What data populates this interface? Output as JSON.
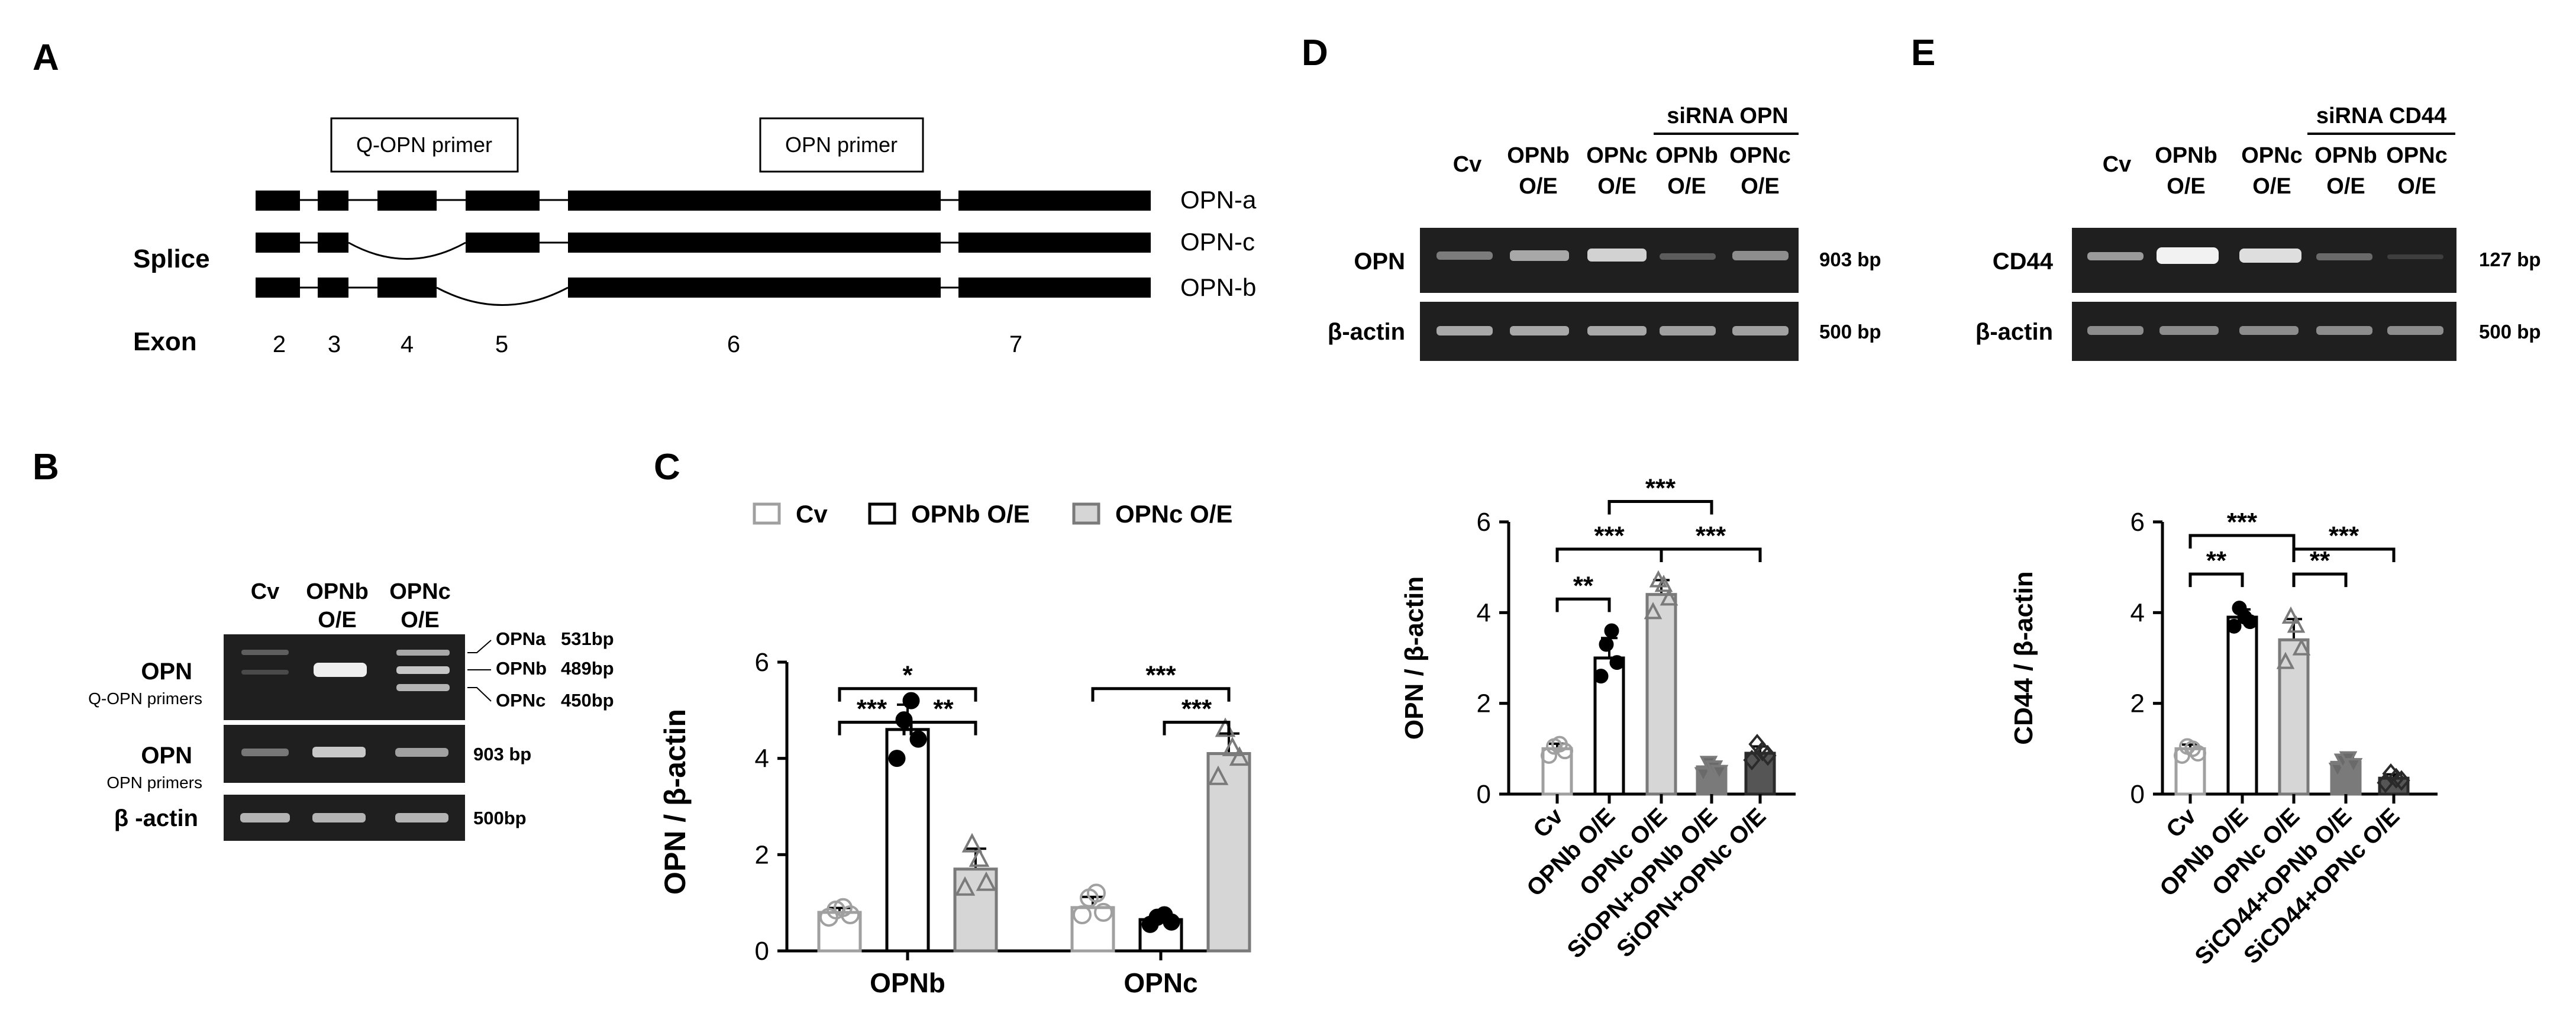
{
  "panel_letters": {
    "a": "A",
    "b": "B",
    "c": "C",
    "d": "D",
    "e": "E"
  },
  "panel_a": {
    "primer_labels": [
      "Q-OPN primer",
      "OPN primer"
    ],
    "row_label": "Splice",
    "isoforms": [
      "OPN-a",
      "OPN-c",
      "OPN-b"
    ],
    "exon_label": "Exon",
    "exon_numbers": [
      "2",
      "3",
      "4",
      "5",
      "6",
      "7"
    ]
  },
  "panel_b": {
    "lanes": [
      [
        "Cv"
      ],
      [
        "OPNb",
        "O/E"
      ],
      [
        "OPNc",
        "O/E"
      ]
    ],
    "gel_rows": [
      {
        "label": "OPN",
        "sublabel": "Q-OPN primers"
      },
      {
        "label": "OPN",
        "sublabel": "OPN primers"
      },
      {
        "label": "β -actin",
        "sublabel": ""
      }
    ],
    "band_labels": [
      {
        "name": "OPNa",
        "size": "531bp"
      },
      {
        "name": "OPNb",
        "size": "489bp"
      },
      {
        "name": "OPNc",
        "size": "450bp"
      }
    ],
    "size_labels": [
      "903 bp",
      "500bp"
    ]
  },
  "panel_d_gel": {
    "lanes": [
      [
        "Cv"
      ],
      [
        "OPNb",
        "O/E"
      ],
      [
        "OPNc",
        "O/E"
      ],
      [
        "OPNb",
        "O/E"
      ],
      [
        "OPNc",
        "O/E"
      ]
    ],
    "group_label": "siRNA OPN",
    "row_labels": [
      "OPN",
      "β-actin"
    ],
    "size_labels": [
      "903 bp",
      "500 bp"
    ]
  },
  "panel_e_gel": {
    "lanes": [
      [
        "Cv"
      ],
      [
        "OPNb",
        "O/E"
      ],
      [
        "OPNc",
        "O/E"
      ],
      [
        "OPNb",
        "O/E"
      ],
      [
        "OPNc",
        "O/E"
      ]
    ],
    "group_label": "siRNA CD44",
    "row_labels": [
      "CD44",
      "β-actin"
    ],
    "size_labels": [
      "127 bp",
      "500 bp"
    ]
  },
  "chart_data": [
    {
      "id": "C",
      "type": "bar",
      "ylabel": "OPN / β-actin",
      "xlabel": "",
      "ylim": [
        0,
        6
      ],
      "yticks": [
        0,
        2,
        4,
        6
      ],
      "categories": [
        "OPNb",
        "OPNc"
      ],
      "legend_position": "top",
      "series": [
        {
          "name": "Cv",
          "values": [
            0.8,
            0.9
          ],
          "points": [
            [
              0.7,
              0.85,
              0.9,
              0.75
            ],
            [
              0.75,
              1.1,
              1.2,
              0.8
            ]
          ],
          "fill": "#ffffff",
          "stroke": "#a0a0a0",
          "marker": "circle"
        },
        {
          "name": "OPNb O/E",
          "values": [
            4.6,
            0.65
          ],
          "points": [
            [
              4.0,
              4.8,
              5.2,
              4.4
            ],
            [
              0.55,
              0.7,
              0.75,
              0.6
            ]
          ],
          "fill": "#ffffff",
          "stroke": "#000000",
          "marker": "dot"
        },
        {
          "name": "OPNc O/E",
          "values": [
            1.7,
            4.1
          ],
          "points": [
            [
              1.3,
              2.2,
              1.9,
              1.4
            ],
            [
              3.6,
              4.6,
              4.2,
              4.0
            ]
          ],
          "fill": "#d6d6d6",
          "stroke": "#7a7a7a",
          "marker": "triangle"
        }
      ],
      "significance": [
        {
          "group": 0,
          "from": 0,
          "to": 1,
          "label": "***",
          "level": 4.75
        },
        {
          "group": 0,
          "from": 1,
          "to": 2,
          "label": "**",
          "level": 4.75
        },
        {
          "group": 0,
          "from": 0,
          "to": 2,
          "label": "*",
          "level": 5.45
        },
        {
          "group": 1,
          "from": 1,
          "to": 2,
          "label": "***",
          "level": 4.75
        },
        {
          "group": 1,
          "from": 0,
          "to": 2,
          "label": "***",
          "level": 5.45
        }
      ]
    },
    {
      "id": "D",
      "type": "bar",
      "ylabel": "OPN / β-actin",
      "xlabel": "",
      "ylim": [
        0,
        6
      ],
      "yticks": [
        0,
        2,
        4,
        6
      ],
      "categories": [
        "Cv",
        "OPNb O/E",
        "OPNc O/E",
        "SiOPN+OPNb O/E",
        "SiOPN+OPNc O/E"
      ],
      "values": [
        1.0,
        3.0,
        4.4,
        0.6,
        0.9
      ],
      "points": [
        [
          0.85,
          1.05,
          1.1,
          0.95
        ],
        [
          2.6,
          3.3,
          3.6,
          2.9
        ],
        [
          4.0,
          4.7,
          4.6,
          4.3
        ],
        [
          0.45,
          0.7,
          0.6,
          0.5
        ],
        [
          0.75,
          1.1,
          0.95,
          0.85
        ]
      ],
      "styles": [
        {
          "fill": "#ffffff",
          "stroke": "#a0a0a0",
          "marker": "circle"
        },
        {
          "fill": "#ffffff",
          "stroke": "#000000",
          "marker": "dot"
        },
        {
          "fill": "#d6d6d6",
          "stroke": "#7a7a7a",
          "marker": "triangle"
        },
        {
          "fill": "#7a7a7a",
          "stroke": "#7a7a7a",
          "marker": "triangle-down"
        },
        {
          "fill": "#555555",
          "stroke": "#2a2a2a",
          "marker": "diamond"
        }
      ],
      "significance": [
        {
          "from": 0,
          "to": 1,
          "label": "**",
          "level": 4.3
        },
        {
          "from": 0,
          "to": 2,
          "label": "***",
          "level": 5.4
        },
        {
          "from": 2,
          "to": 4,
          "label": "***",
          "level": 5.4
        },
        {
          "from": 1,
          "to": 3,
          "label": "***",
          "level": 6.45
        }
      ]
    },
    {
      "id": "E",
      "type": "bar",
      "ylabel": "CD44 / β-actin",
      "xlabel": "",
      "ylim": [
        0,
        6
      ],
      "yticks": [
        0,
        2,
        4,
        6
      ],
      "categories": [
        "Cv",
        "OPNb O/E",
        "OPNc O/E",
        "SiCD44+OPNb O/E",
        "SiCD44+OPNc O/E"
      ],
      "values": [
        1.0,
        3.9,
        3.4,
        0.7,
        0.35
      ],
      "points": [
        [
          0.85,
          1.05,
          1.0,
          0.9
        ],
        [
          3.7,
          4.1,
          3.9,
          3.8
        ],
        [
          2.9,
          3.9,
          3.7,
          3.2
        ],
        [
          0.55,
          0.75,
          0.8,
          0.65
        ],
        [
          0.25,
          0.45,
          0.35,
          0.3
        ]
      ],
      "styles": [
        {
          "fill": "#ffffff",
          "stroke": "#a0a0a0",
          "marker": "circle"
        },
        {
          "fill": "#ffffff",
          "stroke": "#000000",
          "marker": "dot"
        },
        {
          "fill": "#d6d6d6",
          "stroke": "#7a7a7a",
          "marker": "triangle"
        },
        {
          "fill": "#7a7a7a",
          "stroke": "#7a7a7a",
          "marker": "triangle-down"
        },
        {
          "fill": "#555555",
          "stroke": "#2a2a2a",
          "marker": "diamond"
        }
      ],
      "significance": [
        {
          "from": 0,
          "to": 1,
          "label": "**",
          "level": 4.85
        },
        {
          "from": 0,
          "to": 2,
          "label": "***",
          "level": 5.7
        },
        {
          "from": 2,
          "to": 3,
          "label": "**",
          "level": 4.85
        },
        {
          "from": 2,
          "to": 4,
          "label": "***",
          "level": 5.4
        }
      ]
    }
  ]
}
